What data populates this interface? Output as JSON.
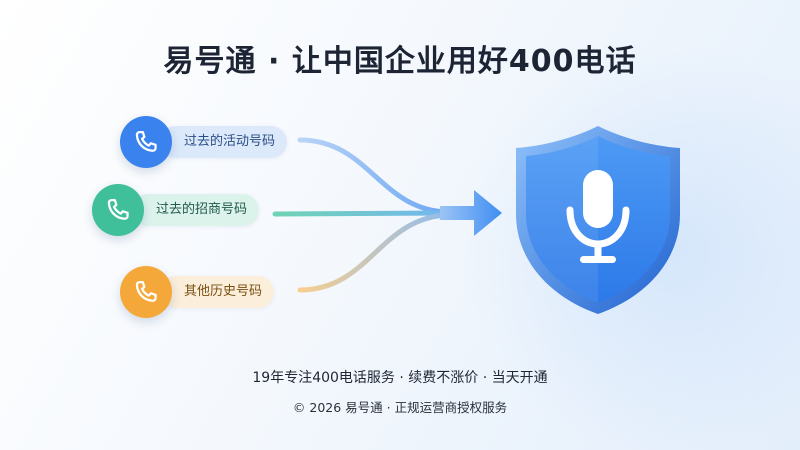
{
  "title": "易号通 · 让中国企业用好400电话",
  "sources": [
    {
      "label": "过去的活动号码",
      "icon": "phone-icon",
      "color": "#3a83ee",
      "pill_color": "#dce9fb"
    },
    {
      "label": "过去的招商号码",
      "icon": "phone-icon",
      "color": "#3fbf9a",
      "pill_color": "#dcf3ec"
    },
    {
      "label": "其他历史号码",
      "icon": "phone-icon",
      "color": "#f5a83a",
      "pill_color": "#fbeedb"
    }
  ],
  "target_icon": "microphone-shield-icon",
  "accent_color": "#3a86f0",
  "footer": {
    "line1": "19年专注400电话服务 · 续费不涨价 · 当天开通",
    "line2": "© 2026 易号通 · 正规运营商授权服务"
  }
}
